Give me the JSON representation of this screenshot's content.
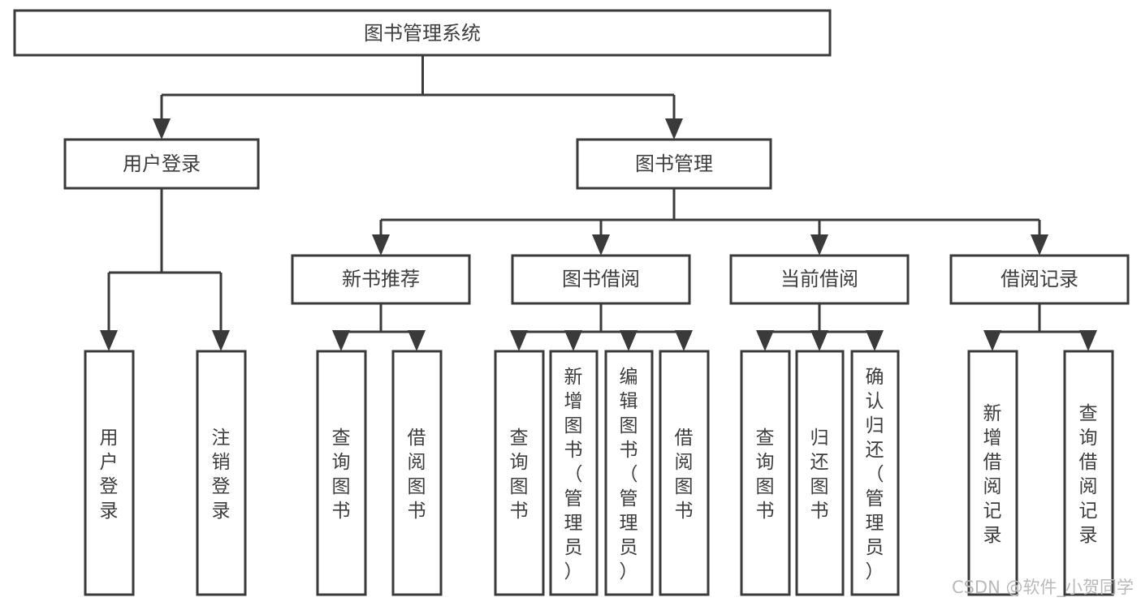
{
  "diagram": {
    "title": "图书管理系统",
    "type": "tree",
    "orientation": "top-down",
    "colors": {
      "box_fill": "#ffffff",
      "box_stroke": "#3a3a3a",
      "text": "#3d3d3d",
      "background": "#ffffff",
      "watermark": "#b9b9b9"
    },
    "root": {
      "label": "图书管理系统"
    },
    "level2": [
      {
        "label": "用户登录"
      },
      {
        "label": "图书管理"
      }
    ],
    "level3": [
      {
        "label": "新书推荐"
      },
      {
        "label": "图书借阅"
      },
      {
        "label": "当前借阅"
      },
      {
        "label": "借阅记录"
      }
    ],
    "leaves": {
      "user_login": [
        {
          "label": "用户登录"
        },
        {
          "label": "注销登录"
        }
      ],
      "new_book_recommend": [
        {
          "label": "查询图书"
        },
        {
          "label": "借阅图书"
        }
      ],
      "book_borrow": [
        {
          "label": "查询图书"
        },
        {
          "label": "新增图书（管理员）"
        },
        {
          "label": "编辑图书（管理员）"
        },
        {
          "label": "借阅图书"
        }
      ],
      "current_borrow": [
        {
          "label": "查询图书"
        },
        {
          "label": "归还图书"
        },
        {
          "label": "确认归还（管理员）"
        }
      ],
      "borrow_record": [
        {
          "label": "新增借阅记录"
        },
        {
          "label": "查询借阅记录"
        }
      ]
    }
  },
  "watermark": {
    "text": "CSDN @软件_小贺同学"
  }
}
